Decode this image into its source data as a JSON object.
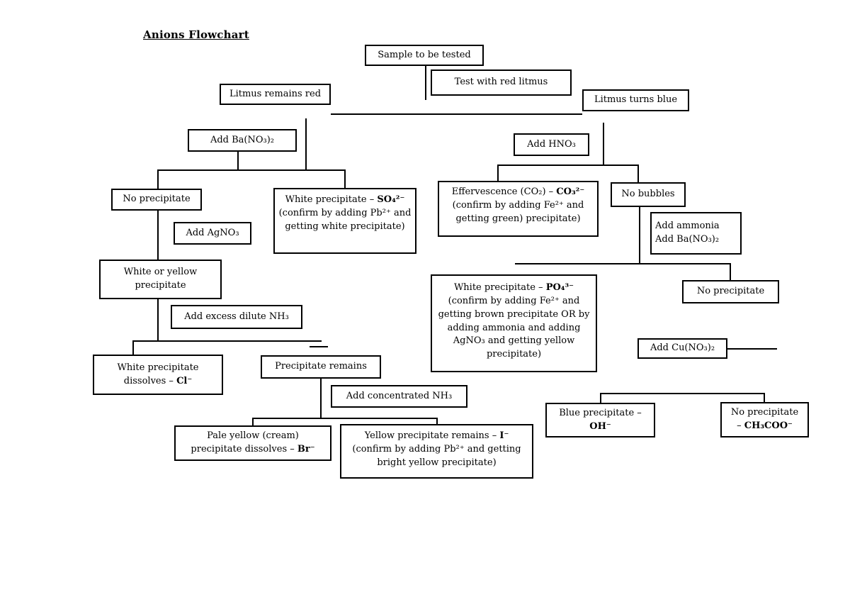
{
  "title": "Anions Flowchart",
  "colors": {
    "ink": "#000000",
    "background": "#ffffff"
  },
  "nodes": {
    "sample": {
      "text": "Sample to be tested"
    },
    "test_red_litmus": {
      "text": "Test with red litmus"
    },
    "litmus_remains_red": {
      "text": "Litmus remains red"
    },
    "litmus_turns_blue": {
      "text": "Litmus turns blue"
    },
    "add_ba_no3_2": {
      "text": "Add Ba(NO₃)₂"
    },
    "add_hno3": {
      "text": "Add HNO₃"
    },
    "no_precipitate_left": {
      "text": "No precipitate"
    },
    "sulfate": {
      "pre": "White precipitate – ",
      "formula": "SO₄²⁻",
      "rest": " (confirm by adding Pb²⁺ and getting white precipitate)"
    },
    "carbonate": {
      "pre": "Effervescence (CO₂) – ",
      "formula": "CO₃²⁻",
      "rest": " (confirm by adding Fe²⁺ and getting green) precipitate)"
    },
    "no_bubbles": {
      "text": "No bubbles"
    },
    "add_agno3": {
      "text": "Add AgNO₃"
    },
    "add_ammonia": {
      "line1": "Add ammonia",
      "line2": "Add Ba(NO₃)₂"
    },
    "white_or_yellow": {
      "line1": "White or yellow",
      "line2": "precipitate"
    },
    "phosphate": {
      "pre": "White precipitate – ",
      "formula": "PO₄³⁻",
      "rest": " (confirm by adding Fe²⁺ and getting brown precipitate OR by adding ammonia and adding AgNO₃ and getting yellow precipitate)"
    },
    "no_precipitate_right": {
      "text": "No precipitate"
    },
    "add_excess_nh3": {
      "text": "Add excess dilute NH₃"
    },
    "add_cu_no3_2": {
      "text": "Add Cu(NO₃)₂"
    },
    "chloride": {
      "line1": "White precipitate",
      "pre2": "dissolves – ",
      "formula": "Cl⁻"
    },
    "precipitate_remains": {
      "text": "Precipitate remains"
    },
    "add_conc_nh3": {
      "text": "Add concentrated NH₃"
    },
    "hydroxide": {
      "line1": "Blue precipitate –",
      "formula": "OH⁻"
    },
    "acetate": {
      "line1": "No precipitate",
      "pre2": "– ",
      "formula": "CH₃COO⁻"
    },
    "bromide": {
      "line1": "Pale yellow (cream)",
      "pre2": "precipitate dissolves – ",
      "formula": "Br⁻"
    },
    "iodide": {
      "pre": "Yellow precipitate remains – ",
      "formula": "I⁻",
      "rest": " (confirm by adding Pb²⁺ and getting bright yellow precipitate)"
    }
  }
}
